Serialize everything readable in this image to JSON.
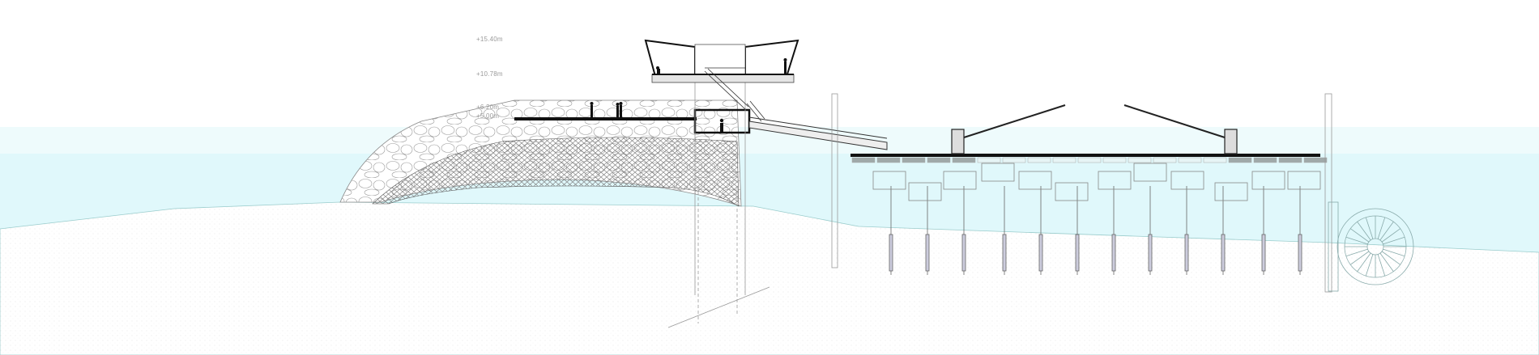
{
  "drawing": {
    "type": "architectural-section",
    "levels": [
      {
        "label": "+15.40m"
      },
      {
        "label": "+10.78m"
      },
      {
        "label": "+6.20m"
      },
      {
        "label": "+5.00m"
      }
    ]
  },
  "colors": {
    "water_upper": "#eefbfc",
    "water": "#e0f8fb",
    "ground": "#ffffff",
    "lines": "#222222",
    "deck": "#111111",
    "deck_panels": "#9fa9a9"
  }
}
